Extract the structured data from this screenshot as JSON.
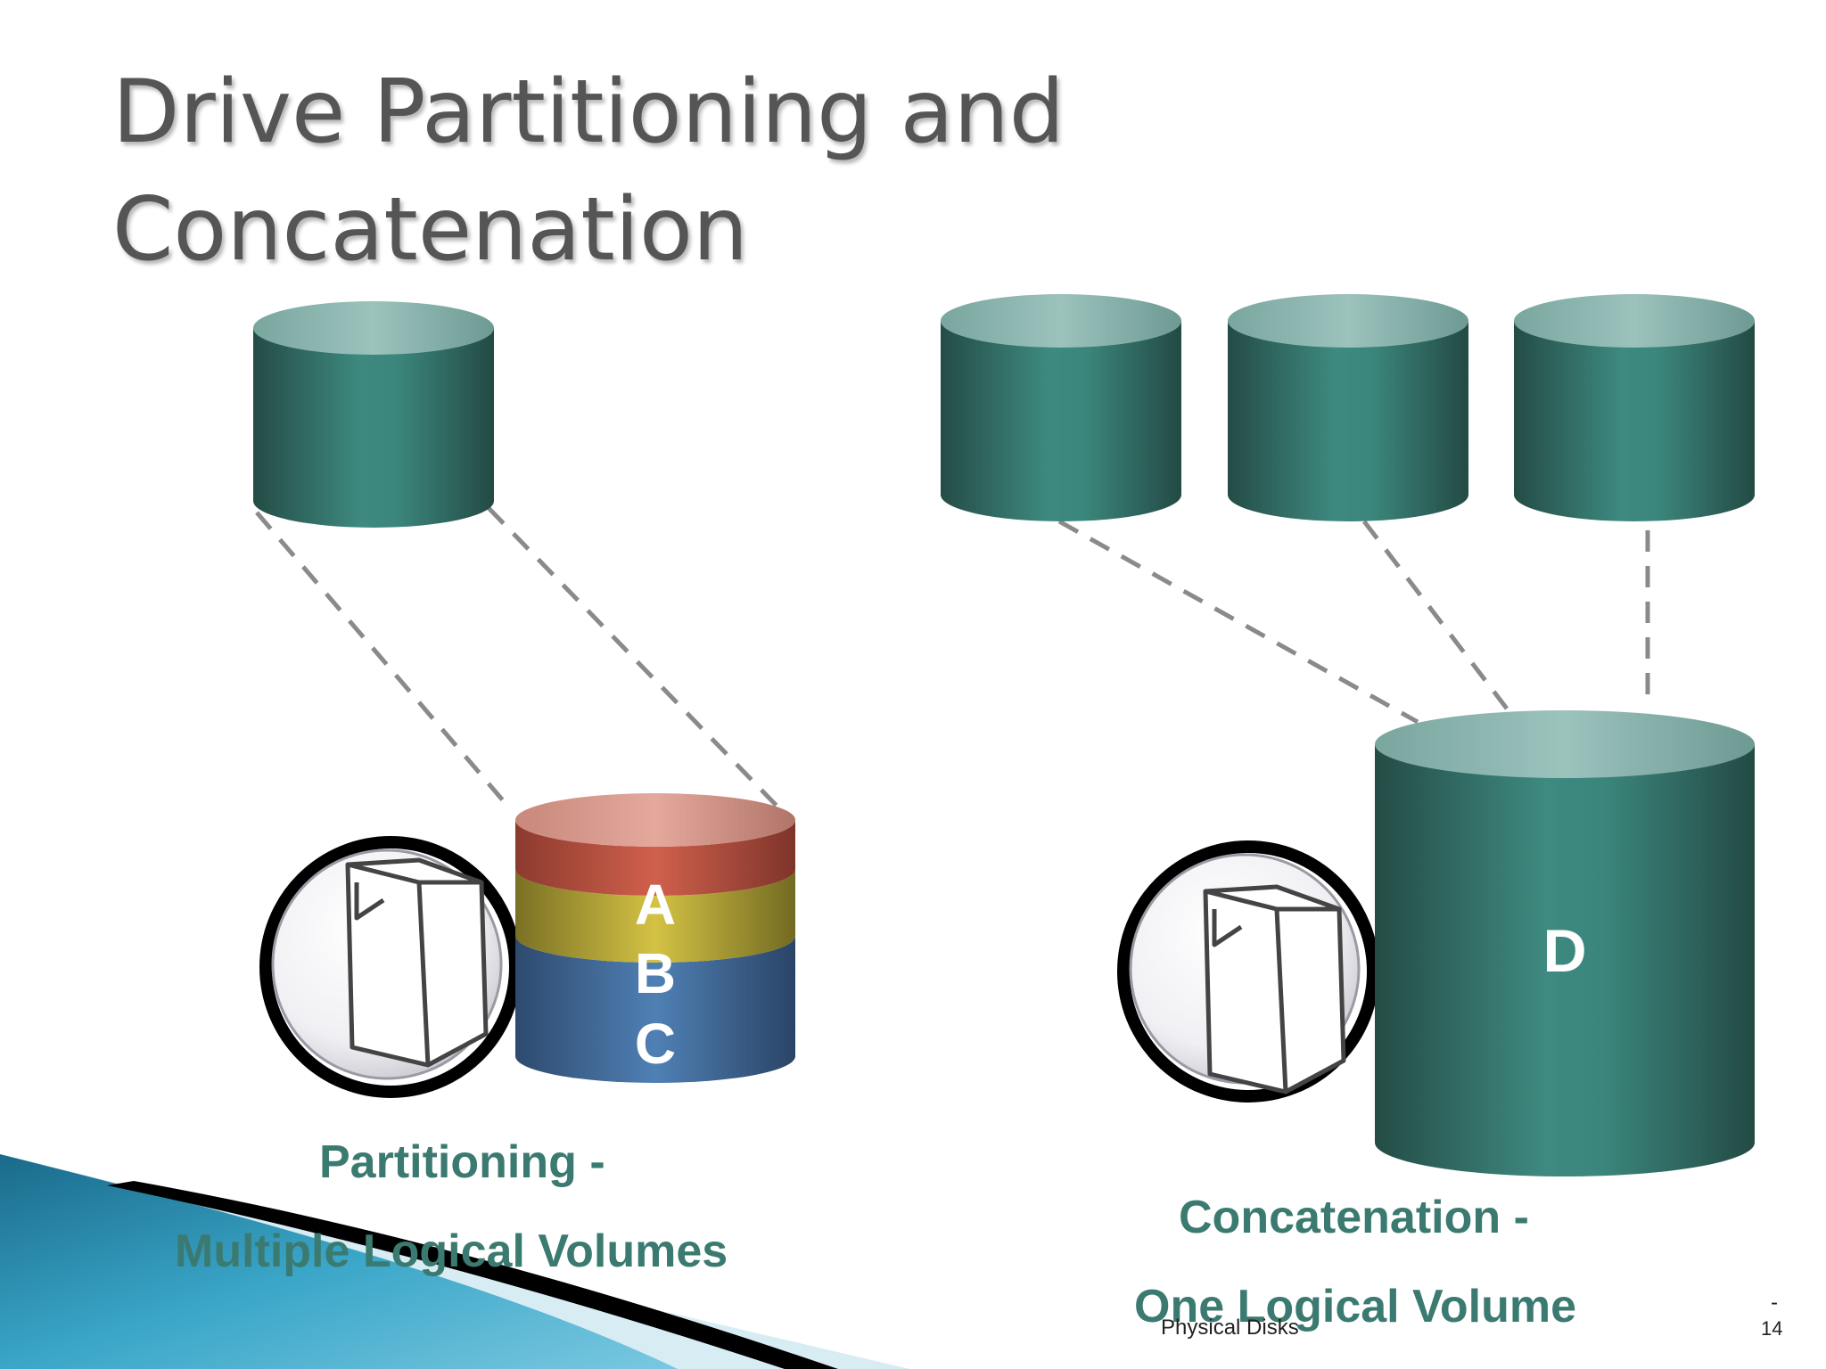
{
  "title": {
    "line1": "Drive Partitioning and",
    "line2": "Concatenation"
  },
  "partitioning": {
    "caption_line1": "Partitioning -",
    "caption_line2": "Multiple Logical Volumes",
    "segments": [
      "A",
      "B",
      "C"
    ]
  },
  "concatenation": {
    "caption_line1": "Concatenation -",
    "caption_line2": "One Logical Volume",
    "volume_label": "D"
  },
  "footer": {
    "section": "Physical Disks",
    "dash": "-",
    "page_number": "14"
  },
  "colors": {
    "disk": "#3c8a80",
    "segment_a": "#c85a48",
    "segment_b": "#c9b83c",
    "segment_c": "#4a78a8",
    "caption": "#3b7a70",
    "title": "#555555"
  }
}
